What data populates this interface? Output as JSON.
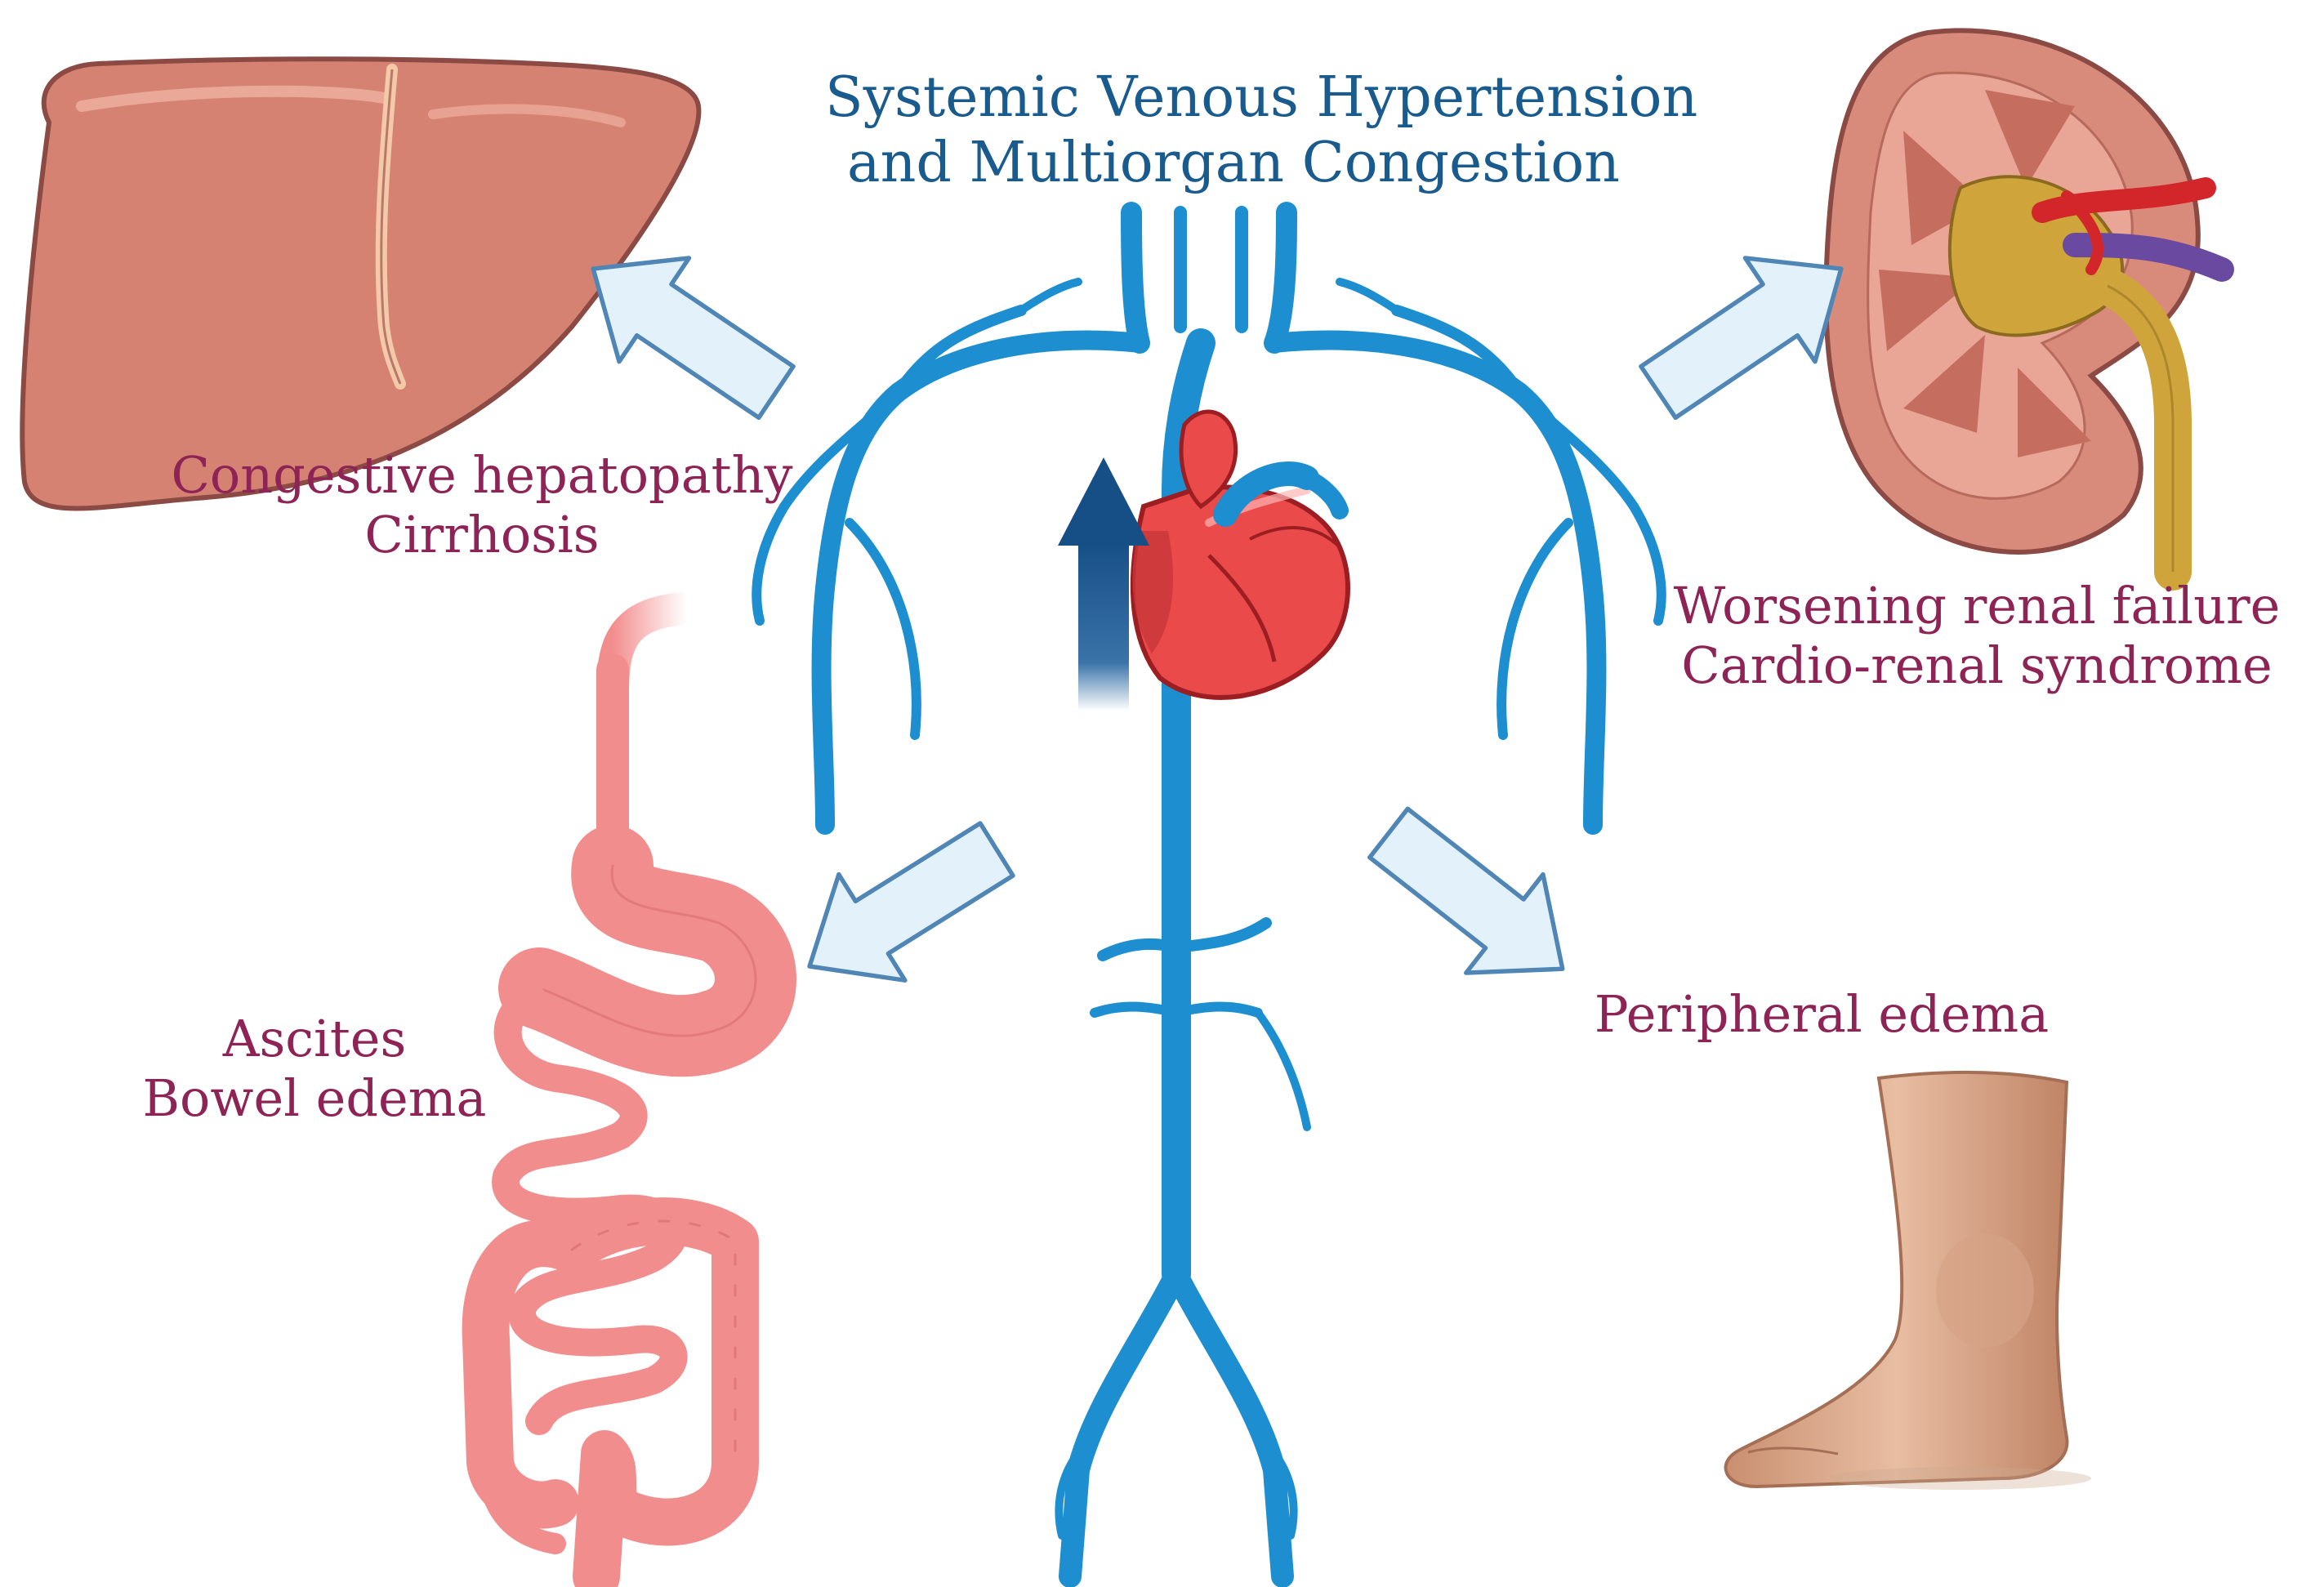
{
  "title": {
    "line1": "Systemic Venous Hypertension",
    "line2": "and Multiorgan Congestion"
  },
  "outcomes": {
    "liver": {
      "line1": "Congestive hepatopathy",
      "line2": "Cirrhosis"
    },
    "kidney": {
      "line1": "Worsening renal failure",
      "line2": "Cardio-renal syndrome"
    },
    "gut": {
      "line1": "Ascites",
      "line2": "Bowel edema"
    },
    "leg": {
      "line1": "Peripheral edema"
    }
  },
  "colors": {
    "title": "#1a5b8e",
    "outcome_text": "#8e2456",
    "vein": "#1d8fd0",
    "heart": "#ea4a4a",
    "liver": "#d68272",
    "gut": "#f28d8d",
    "kidney_cortex": "#d98b7b",
    "kidney_pelvis": "#cfa43a",
    "skin": "#e3b396",
    "arrow_fill": "#e3f1fb",
    "arrow_stroke": "#4f86b5",
    "flow_arrow": "#164e86"
  }
}
